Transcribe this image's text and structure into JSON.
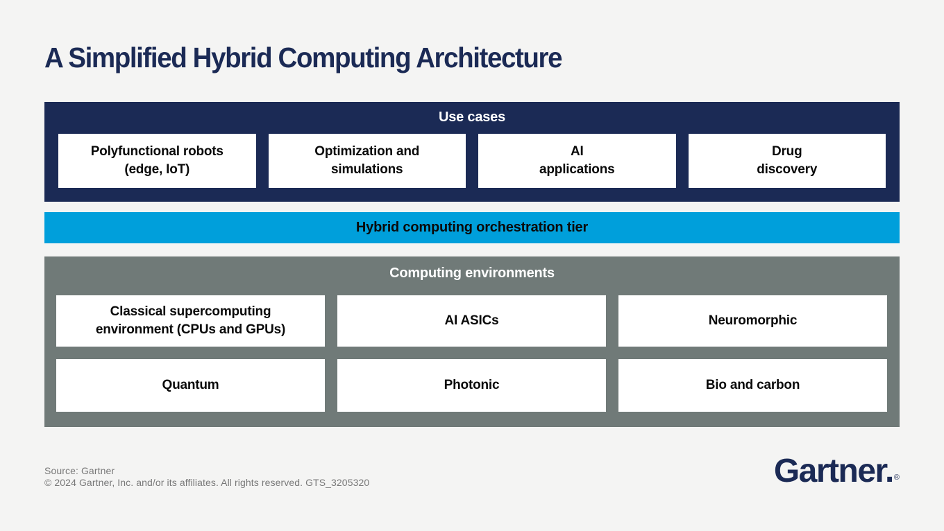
{
  "title": "A Simplified Hybrid Computing Architecture",
  "colors": {
    "navy": "#1B2A55",
    "blue": "#009FDB",
    "gray": "#707A78",
    "background": "#F4F4F3",
    "box_background": "#FFFFFF",
    "box_text": "#0A0A0A",
    "footer_text": "#787878"
  },
  "use_cases": {
    "header": "Use cases",
    "items": [
      "Polyfunctional robots\n(edge, IoT)",
      "Optimization and\nsimulations",
      "AI\napplications",
      "Drug\ndiscovery"
    ]
  },
  "orchestration_tier": {
    "label": "Hybrid computing orchestration tier"
  },
  "computing_environments": {
    "header": "Computing environments",
    "rows": [
      [
        "Classical supercomputing\nenvironment (CPUs and GPUs)",
        "AI ASICs",
        "Neuromorphic"
      ],
      [
        "Quantum",
        "Photonic",
        "Bio and carbon"
      ]
    ]
  },
  "footer": {
    "source": "Source: Gartner",
    "copyright": "© 2024 Gartner, Inc. and/or its affiliates. All rights reserved. GTS_3205320",
    "logo_text": "Gartner.",
    "registered_mark": "®"
  }
}
